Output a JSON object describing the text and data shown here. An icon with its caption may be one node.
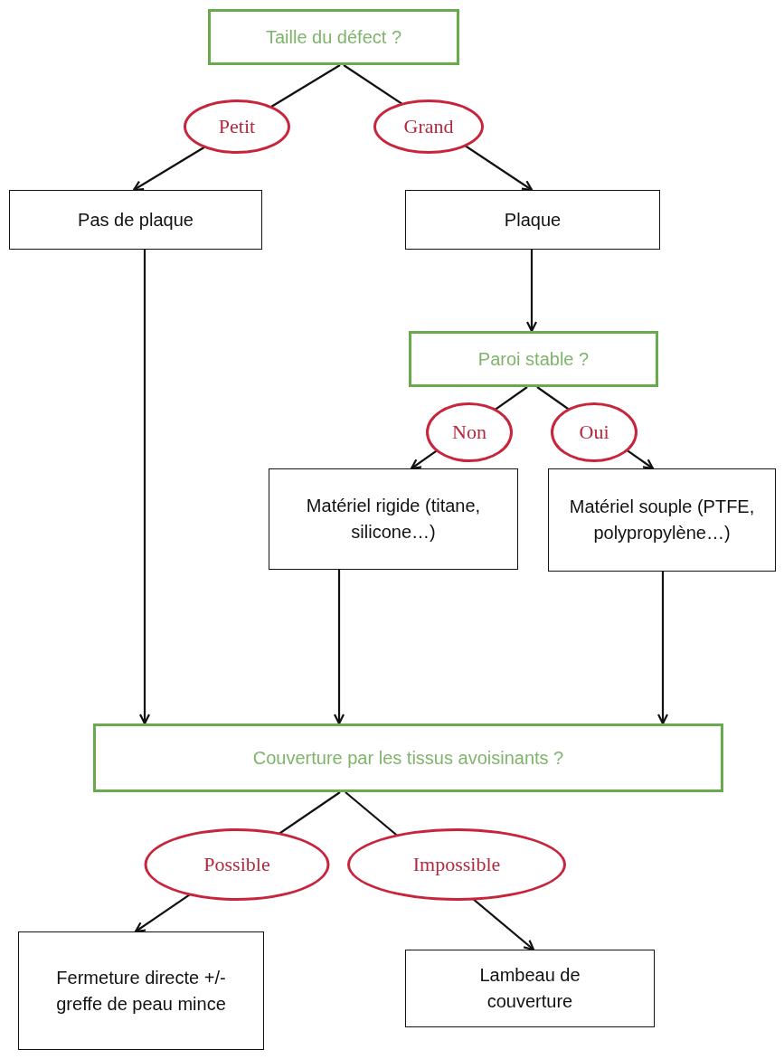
{
  "diagram": {
    "nodes": [
      {
        "text": [
          "Taille du défect ?"
        ]
      },
      {
        "text": [
          "Pas de plaque"
        ]
      },
      {
        "text": [
          "Plaque"
        ]
      },
      {
        "text": [
          "Paroi stable ?"
        ]
      },
      {
        "text": [
          "Matériel rigide (titane, silicone…)"
        ]
      },
      {
        "text": [
          "Matériel souple (PTFE, polypropylène…)"
        ]
      },
      {
        "text": [
          "Couverture par les tissus avoisinants ?"
        ]
      },
      {
        "text": [
          "Fermeture directe +/- greffe de peau mince"
        ]
      },
      {
        "text": [
          "Lambeau de couverture"
        ]
      }
    ],
    "edges": [
      {
        "from": 0,
        "to": 1,
        "arrow": "to",
        "label": "Petit"
      },
      {
        "from": 0,
        "to": 2,
        "arrow": "to",
        "label": "Grand"
      },
      {
        "from": 1,
        "to": 6,
        "arrow": "to"
      },
      {
        "from": 2,
        "to": 3,
        "arrow": "to"
      },
      {
        "from": 3,
        "to": 4,
        "arrow": "to",
        "label": "Non"
      },
      {
        "from": 3,
        "to": 5,
        "arrow": "to",
        "label": "Oui"
      },
      {
        "from": 4,
        "to": 6,
        "arrow": "to"
      },
      {
        "from": 5,
        "to": 6,
        "arrow": "to"
      },
      {
        "from": 6,
        "to": 7,
        "arrow": "to",
        "label": "Possible"
      },
      {
        "from": 6,
        "to": 8,
        "arrow": "to",
        "label": "Impossible"
      }
    ]
  }
}
